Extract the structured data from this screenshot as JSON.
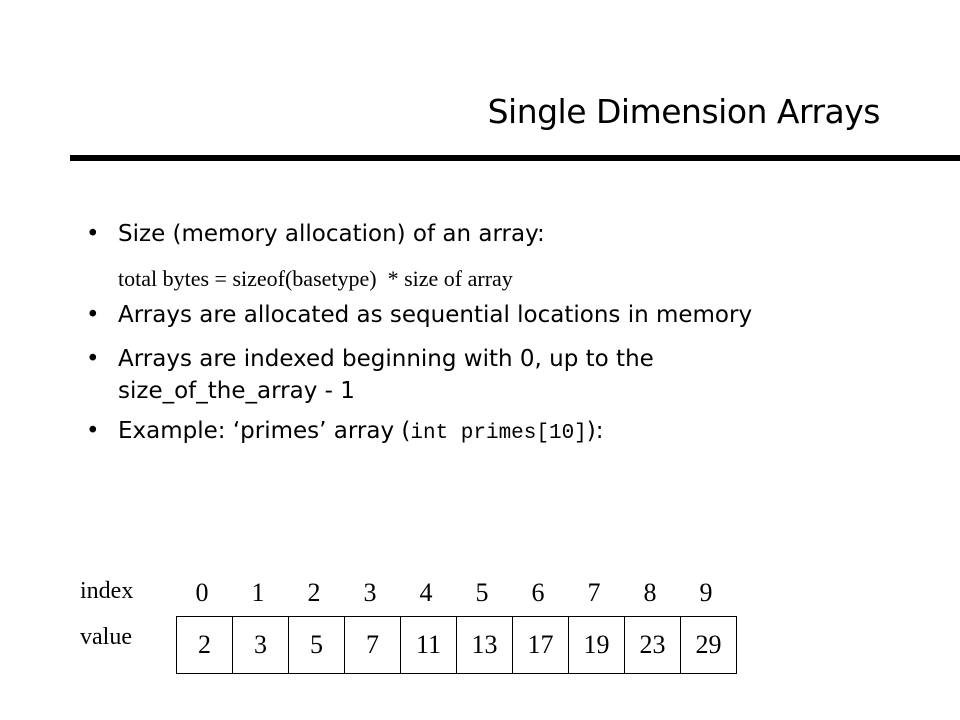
{
  "slide": {
    "title": "Single Dimension Arrays"
  },
  "bullets": {
    "size": "Size (memory allocation) of an array:",
    "formula": "total bytes = sizeof(basetype)  * size of array",
    "sequential": "Arrays are allocated as sequential locations in memory",
    "indexed": "Arrays are indexed beginning with 0, up to the size_of_the_array - 1",
    "example_prefix": "Example:  ‘primes’ array (",
    "example_code": "int primes[10]",
    "example_suffix": "):"
  },
  "array": {
    "index_label": "index",
    "value_label": "value",
    "indices": [
      "0",
      "1",
      "2",
      "3",
      "4",
      "5",
      "6",
      "7",
      "8",
      "9"
    ],
    "values": [
      "2",
      "3",
      "5",
      "7",
      "11",
      "13",
      "17",
      "19",
      "23",
      "29"
    ]
  }
}
